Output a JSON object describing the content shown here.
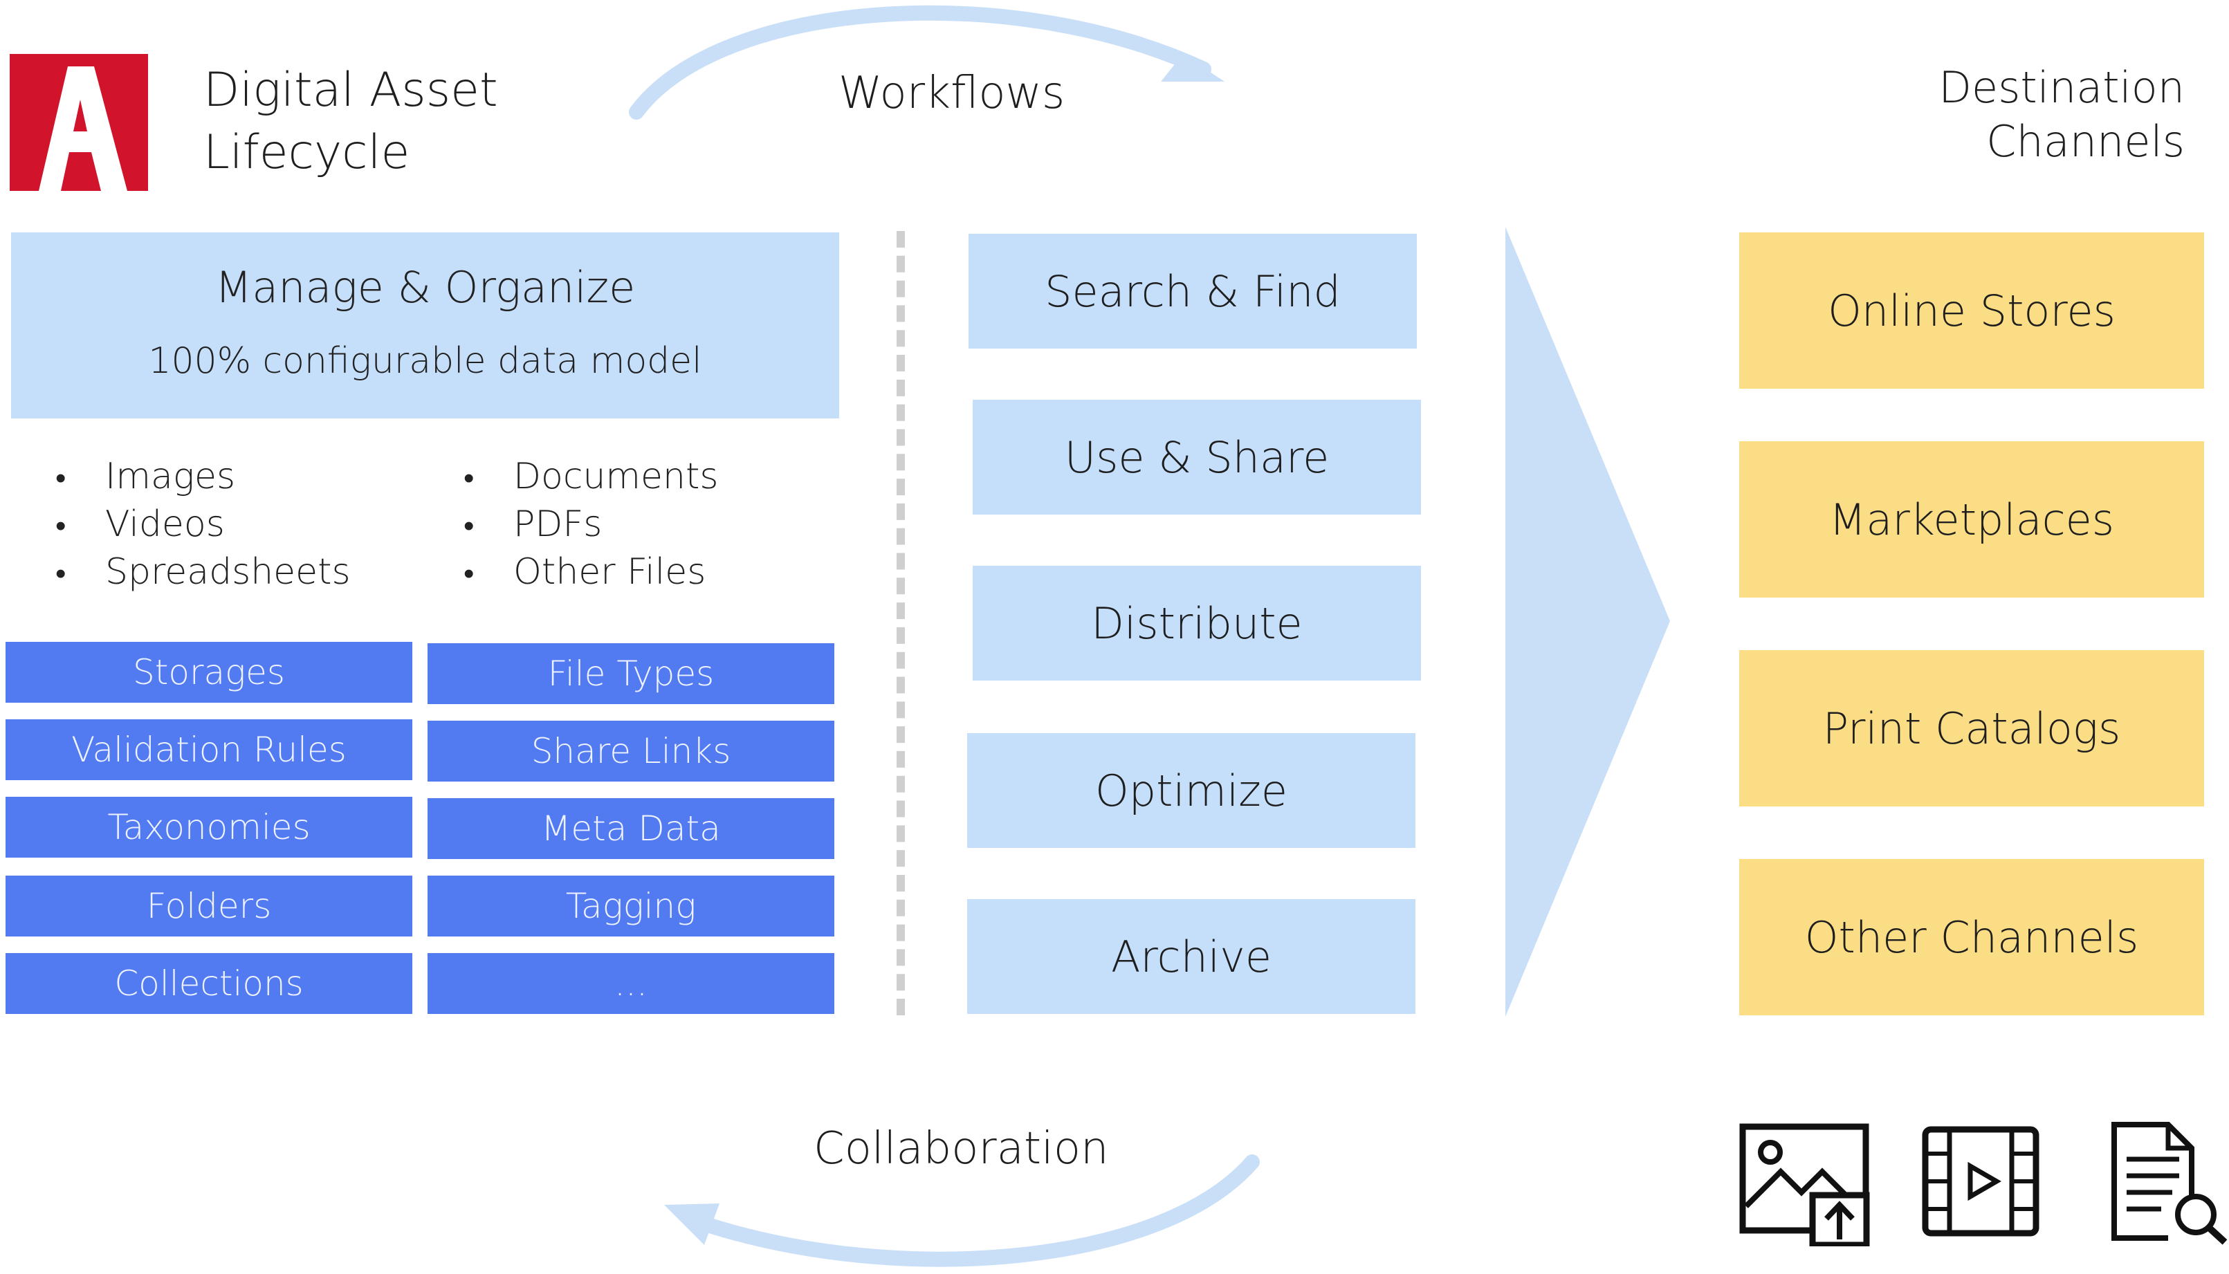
{
  "header": {
    "title_line1": "Digital Asset",
    "title_line2": "Lifecycle",
    "workflows_label": "Workflows",
    "destination_line1": "Destination",
    "destination_line2": "Channels",
    "collaboration_label": "Collaboration"
  },
  "manage": {
    "title": "Manage & Organize",
    "subtitle": "100% configurable data model"
  },
  "asset_types_left": [
    "Images",
    "Videos",
    "Spreadsheets"
  ],
  "asset_types_right": [
    "Documents",
    "PDFs",
    "Other Files"
  ],
  "features_left": [
    "Storages",
    "Validation Rules",
    "Taxonomies",
    "Folders",
    "Collections"
  ],
  "features_right": [
    "File Types",
    "Share Links",
    "Meta Data",
    "Tagging",
    "..."
  ],
  "workflow_steps": [
    "Search & Find",
    "Use & Share",
    "Distribute",
    "Optimize",
    "Archive"
  ],
  "channels": [
    "Online Stores",
    "Marketplaces",
    "Print Catalogs",
    "Other Channels"
  ],
  "icons": [
    "image-upload-icon",
    "video-icon",
    "document-search-icon"
  ],
  "colors": {
    "logo_red": "#d1142c",
    "light_blue": "#c5defa",
    "feature_blue": "#527bf2",
    "channel_yellow": "#fbdd86",
    "arrow_blue": "#c9dff7"
  }
}
